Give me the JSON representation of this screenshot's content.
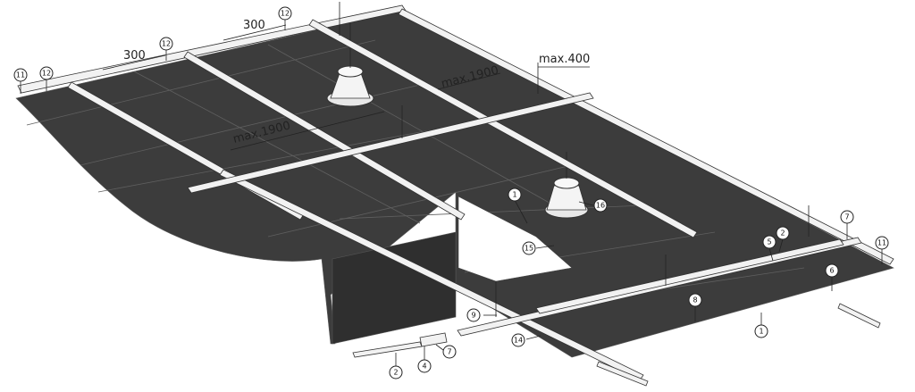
{
  "dimensions": {
    "d300_a": "300",
    "d300_b": "300",
    "max400": "max.400",
    "max1900_a": "max.1900",
    "max1900_b": "max.1900"
  },
  "callouts": [
    {
      "id": "c11a",
      "label": "11"
    },
    {
      "id": "c12a",
      "label": "12"
    },
    {
      "id": "c12b",
      "label": "12"
    },
    {
      "id": "c12c",
      "label": "12"
    },
    {
      "id": "c1a",
      "label": "1"
    },
    {
      "id": "c16",
      "label": "16"
    },
    {
      "id": "c15",
      "label": "15"
    },
    {
      "id": "c7a",
      "label": "7"
    },
    {
      "id": "c2a",
      "label": "2"
    },
    {
      "id": "c5",
      "label": "5"
    },
    {
      "id": "c11b",
      "label": "11"
    },
    {
      "id": "c6",
      "label": "6"
    },
    {
      "id": "c8",
      "label": "8"
    },
    {
      "id": "c9",
      "label": "9"
    },
    {
      "id": "c14",
      "label": "14"
    },
    {
      "id": "c1b",
      "label": "1"
    },
    {
      "id": "c2b",
      "label": "2"
    },
    {
      "id": "c4",
      "label": "4"
    },
    {
      "id": "c7b",
      "label": "7"
    }
  ],
  "colors": {
    "panel": "#3c3c3c",
    "rail": "#f2f2f2",
    "outline": "#222222"
  }
}
